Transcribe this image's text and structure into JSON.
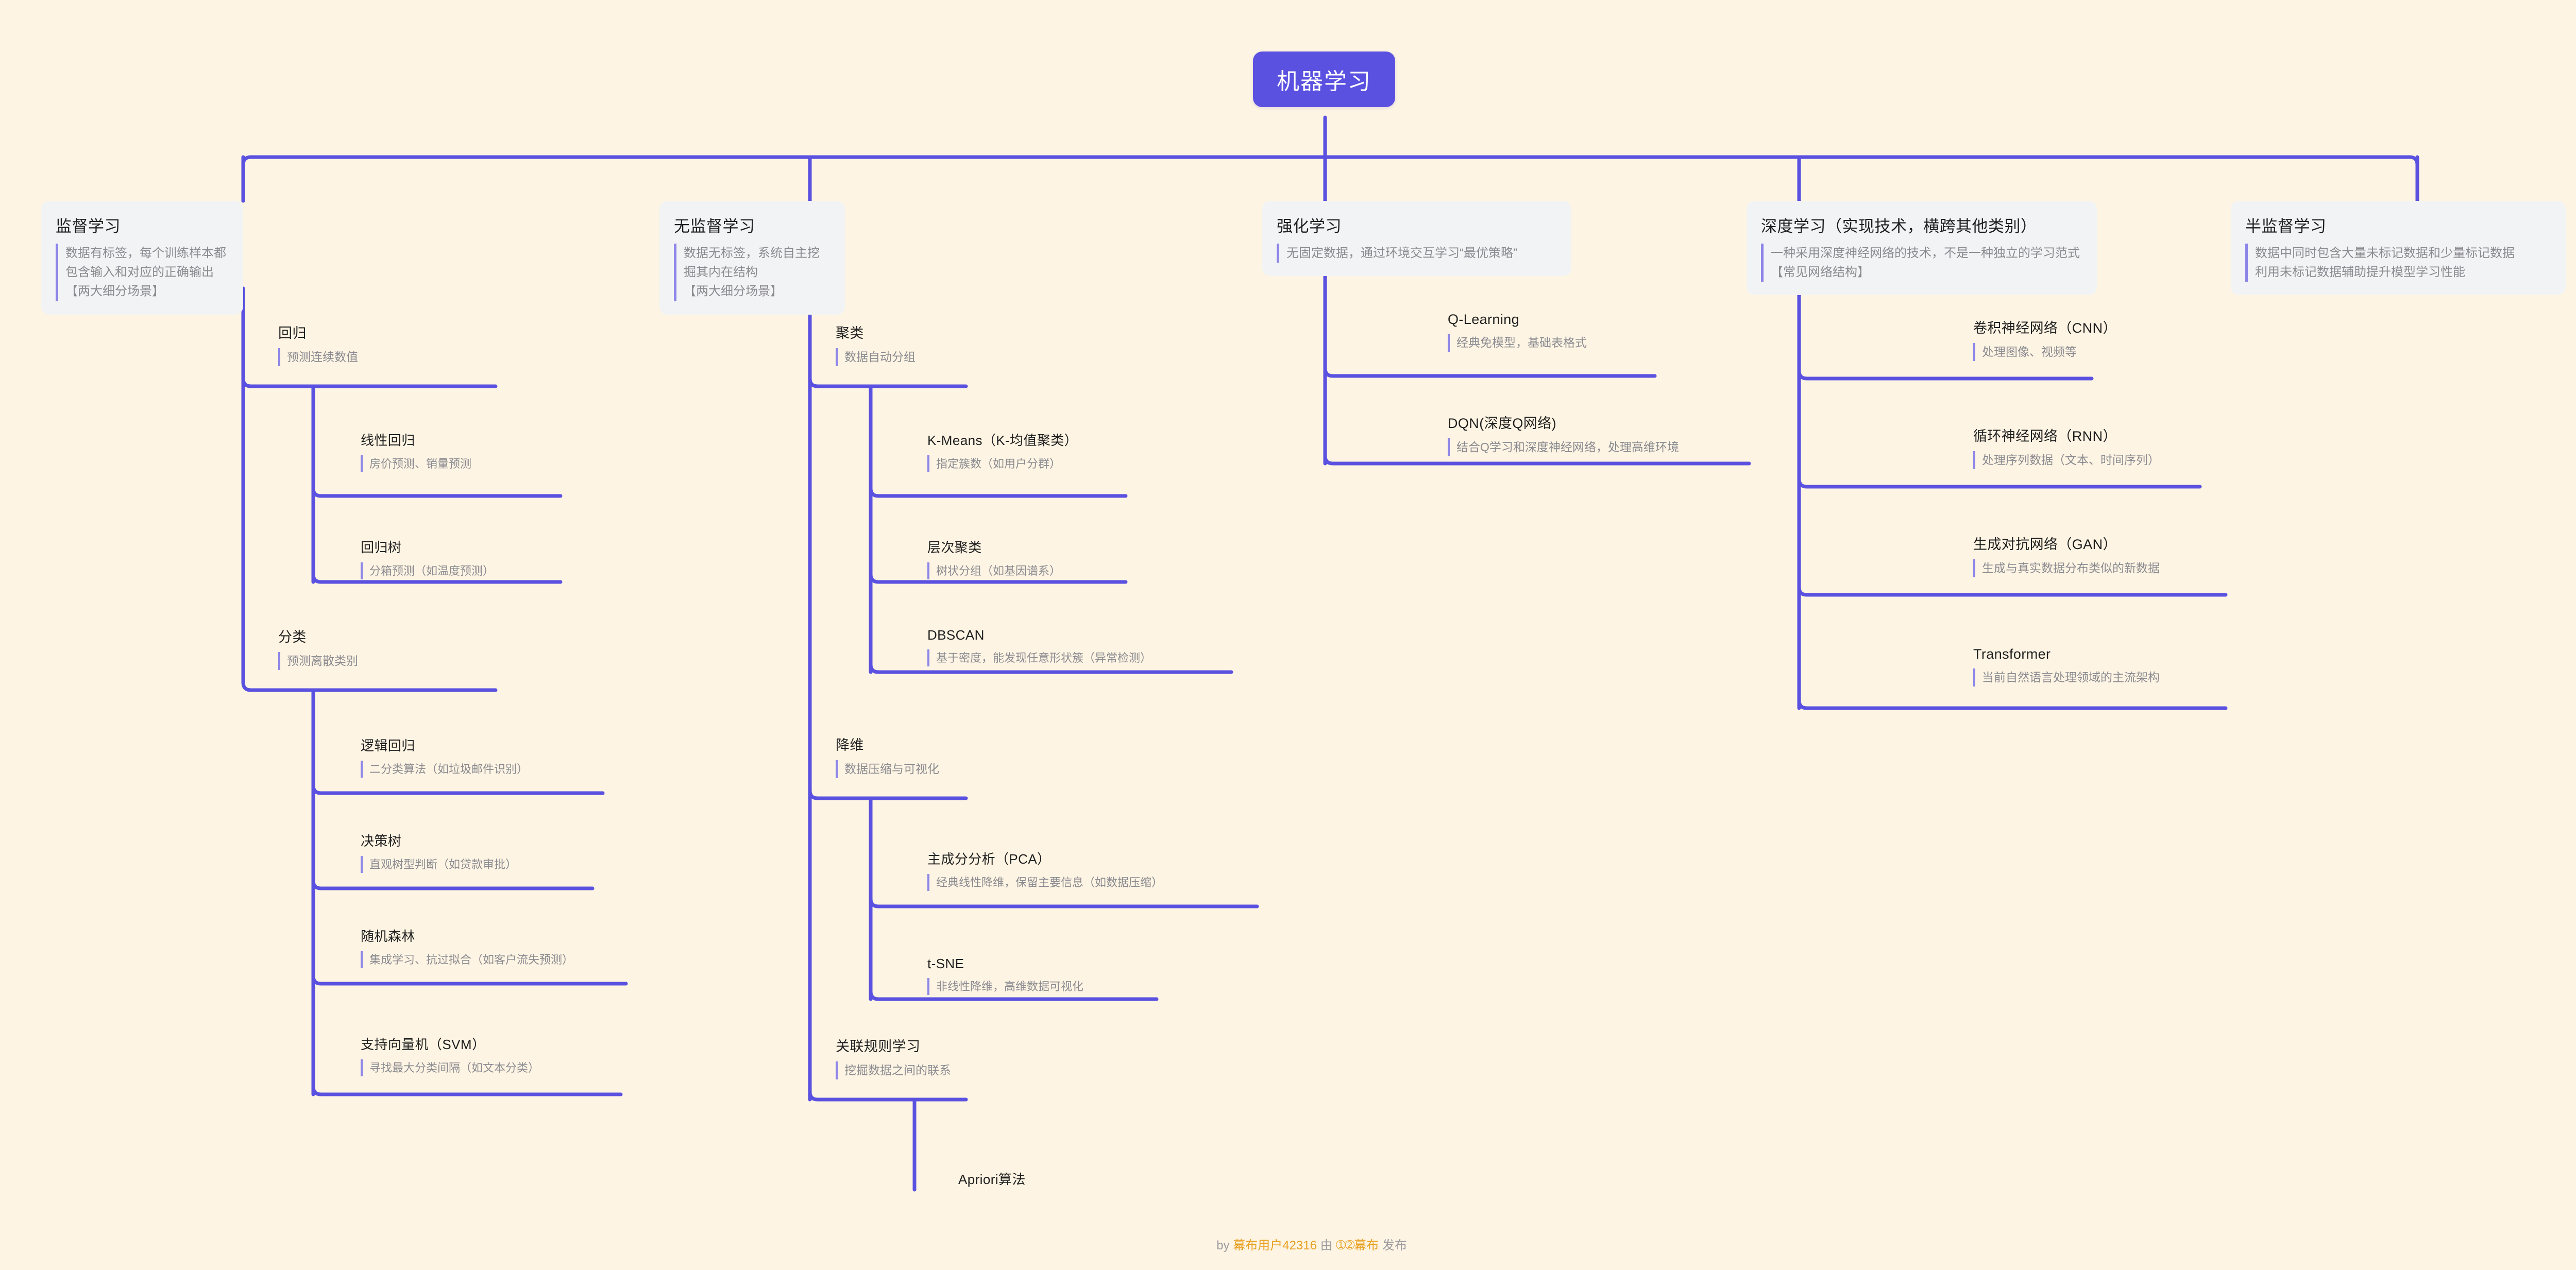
{
  "theme": {
    "background": "#fdf4e3",
    "root_fill": "#5b51e0",
    "root_text": "#ffffff",
    "card_fill": "#f2f3f5",
    "link_color": "#5b51e0",
    "accent_bar": "#8d86e8",
    "title_color": "#1f1f1f",
    "desc_color": "#8a8a90",
    "brand_color": "#e8a020"
  },
  "root": {
    "title": "机器学习"
  },
  "branches": [
    {
      "id": "supervised",
      "title": "监督学习",
      "desc": "数据有标签，每个训练样本都包含输入和对应的正确输出\n【两大细分场景】",
      "children": [
        {
          "id": "regression",
          "title": "回归",
          "desc": "预测连续数值",
          "children": [
            {
              "id": "linear-regression",
              "title": "线性回归",
              "desc": "房价预测、销量预测"
            },
            {
              "id": "regression-tree",
              "title": "回归树",
              "desc": "分箱预测（如温度预测）"
            }
          ]
        },
        {
          "id": "classification",
          "title": "分类",
          "desc": "预测离散类别",
          "children": [
            {
              "id": "logistic-regression",
              "title": "逻辑回归",
              "desc": "二分类算法（如垃圾邮件识别）"
            },
            {
              "id": "decision-tree",
              "title": "决策树",
              "desc": "直观树型判断（如贷款审批）"
            },
            {
              "id": "random-forest",
              "title": "随机森林",
              "desc": "集成学习、抗过拟合（如客户流失预测）"
            },
            {
              "id": "svm",
              "title": "支持向量机（SVM）",
              "desc": "寻找最大分类间隔（如文本分类）"
            }
          ]
        }
      ]
    },
    {
      "id": "unsupervised",
      "title": "无监督学习",
      "desc": "数据无标签，系统自主挖掘其内在结构\n【两大细分场景】",
      "children": [
        {
          "id": "clustering",
          "title": "聚类",
          "desc": "数据自动分组",
          "children": [
            {
              "id": "kmeans",
              "title": "K-Means（K-均值聚类）",
              "desc": "指定簇数（如用户分群）"
            },
            {
              "id": "hierarchical",
              "title": "层次聚类",
              "desc": "树状分组（如基因谱系）"
            },
            {
              "id": "dbscan",
              "title": "DBSCAN",
              "desc": "基于密度，能发现任意形状簇（异常检测）"
            }
          ]
        },
        {
          "id": "dimensionality-reduction",
          "title": "降维",
          "desc": "数据压缩与可视化",
          "children": [
            {
              "id": "pca",
              "title": "主成分分析（PCA）",
              "desc": "经典线性降维，保留主要信息（如数据压缩）"
            },
            {
              "id": "tsne",
              "title": "t-SNE",
              "desc": "非线性降维，高维数据可视化"
            }
          ]
        },
        {
          "id": "association-rules",
          "title": "关联规则学习",
          "desc": "挖掘数据之间的联系",
          "children": [
            {
              "id": "apriori",
              "title": "Apriori算法",
              "desc": ""
            }
          ]
        }
      ]
    },
    {
      "id": "reinforcement",
      "title": "强化学习",
      "desc": "无固定数据，通过环境交互学习“最优策略”",
      "children": [
        {
          "id": "q-learning",
          "title": "Q-Learning",
          "desc": "经典免模型，基础表格式"
        },
        {
          "id": "dqn",
          "title": "DQN(深度Q网络)",
          "desc": "结合Q学习和深度神经网络，处理高维环境"
        }
      ]
    },
    {
      "id": "deep-learning",
      "title": "深度学习（实现技术，横跨其他类别）",
      "desc": "一种采用深度神经网络的技术，不是一种独立的学习范式\n【常见网络结构】",
      "children": [
        {
          "id": "cnn",
          "title": "卷积神经网络（CNN）",
          "desc": "处理图像、视频等"
        },
        {
          "id": "rnn",
          "title": "循环神经网络（RNN）",
          "desc": "处理序列数据（文本、时间序列）"
        },
        {
          "id": "gan",
          "title": "生成对抗网络（GAN）",
          "desc": "生成与真实数据分布类似的新数据"
        },
        {
          "id": "transformer",
          "title": "Transformer",
          "desc": "当前自然语言处理领域的主流架构"
        }
      ]
    },
    {
      "id": "semi-supervised",
      "title": "半监督学习",
      "desc": "数据中同时包含大量未标记数据和少量标记数据\n利用未标记数据辅助提升模型学习性能",
      "children": []
    }
  ],
  "footer": {
    "prefix": "by ",
    "author": "幕布用户42316",
    "middle": " 由 ",
    "logo_icon": "mubu-logo-icon",
    "brand": "幕布",
    "suffix": " 发布"
  }
}
